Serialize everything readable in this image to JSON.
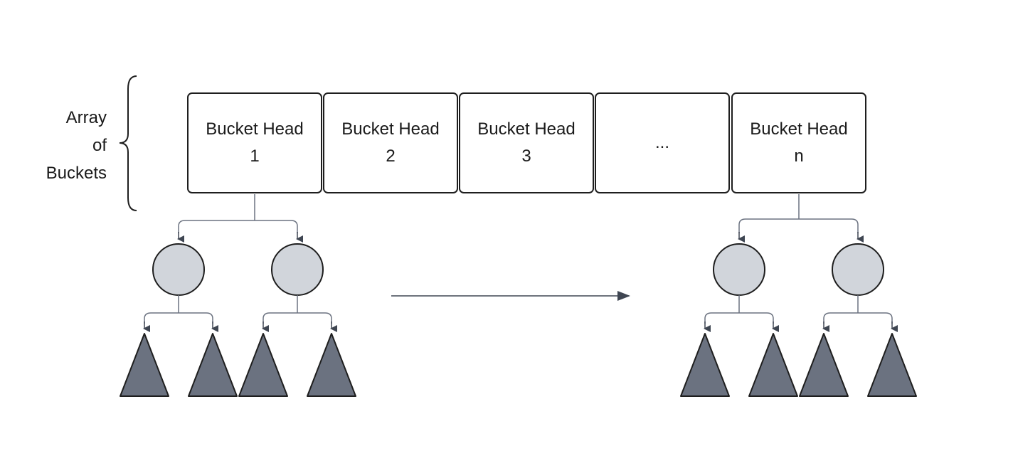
{
  "array_label": {
    "line1": "Array",
    "line2": "of",
    "line3": "Buckets"
  },
  "buckets": [
    {
      "title": "Bucket Head",
      "index": "1"
    },
    {
      "title": "Bucket Head",
      "index": "2"
    },
    {
      "title": "Bucket Head",
      "index": "3"
    },
    {
      "title": "",
      "index": "..."
    },
    {
      "title": "Bucket Head",
      "index": "n"
    }
  ],
  "colors": {
    "node_fill": "#d1d5db",
    "leaf_fill": "#6b7280",
    "stroke": "#1e1e1e",
    "connector": "#4b5563",
    "arrow": "#3f4652"
  },
  "icons": {
    "tree_node": "circle",
    "subtree": "triangle",
    "continuation": "right-arrow"
  }
}
